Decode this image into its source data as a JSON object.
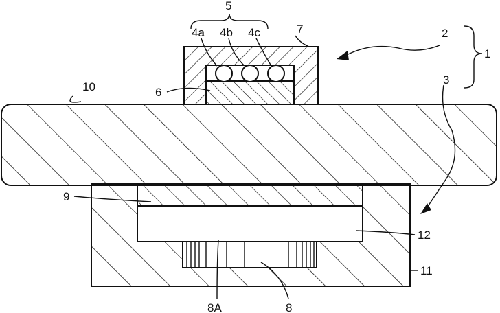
{
  "labels": {
    "group_5": "5",
    "ball_4a": "4a",
    "ball_4b": "4b",
    "ball_4c": "4c",
    "cover_7": "7",
    "unit_2": "2",
    "assembly_1": "1",
    "plate_10": "10",
    "base_6": "6",
    "unit_3": "3",
    "layer_9": "9",
    "cavity_12": "12",
    "block_11": "11",
    "part_8A": "8A",
    "part_8": "8"
  },
  "colors": {
    "line": "#111111",
    "background": "#ffffff"
  }
}
